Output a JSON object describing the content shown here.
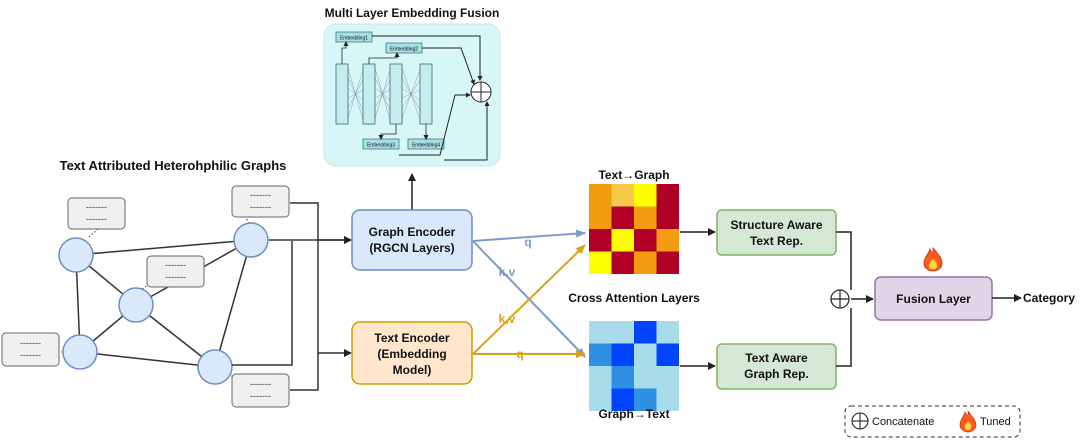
{
  "titles": {
    "mlef": "Multi Layer Embedding Fusion",
    "graphs": "Text Attributed Heterohphilic Graphs",
    "cross_attention": "Cross Attention Layers"
  },
  "mlef": {
    "embeddings": [
      "Embedding1",
      "Embedding2",
      "Embedding3",
      "Embedding4"
    ]
  },
  "text_attr_placeholder": [
    "-------",
    "-------"
  ],
  "graph_encoder": {
    "line1": "Graph Encoder",
    "line2": "(RGCN Layers)"
  },
  "text_encoder": {
    "line1": "Text Encoder",
    "line2": "(Embedding",
    "line3": "Model)"
  },
  "arrow_labels": {
    "q_top": "q",
    "kv_blue": "k,v",
    "kv_orange": "k,v",
    "q_bottom": "q"
  },
  "heatmaps": {
    "top_title": "Text→Graph",
    "bottom_title": "Graph→Text",
    "top_grid": [
      [
        "#f39c12",
        "#f7c948",
        "#ffff00",
        "#b10026"
      ],
      [
        "#f39c12",
        "#b10026",
        "#f39c12",
        "#b10026"
      ],
      [
        "#b10026",
        "#ffff00",
        "#b10026",
        "#f39c12"
      ],
      [
        "#ffff00",
        "#b10026",
        "#f39c12",
        "#b10026"
      ]
    ],
    "bottom_grid": [
      [
        "#a8dceb",
        "#a8dceb",
        "#0044ff",
        "#a8dceb"
      ],
      [
        "#2f8fe0",
        "#0044ff",
        "#a8dceb",
        "#0044ff"
      ],
      [
        "#a8dceb",
        "#2f8fe0",
        "#a8dceb",
        "#a8dceb"
      ],
      [
        "#a8dceb",
        "#0044ff",
        "#2f8fe0",
        "#a8dceb"
      ]
    ]
  },
  "structure_aware": {
    "line1": "Structure Aware",
    "line2": "Text Rep."
  },
  "text_aware": {
    "line1": "Text Aware",
    "line2": "Graph Rep."
  },
  "fusion_layer": "Fusion Layer",
  "output": "Category",
  "legend": {
    "concatenate": "Concatenate",
    "tuned": "Tuned"
  },
  "colors": {
    "blue_arrow": "#7d9ccc",
    "orange_arrow": "#d9a21b",
    "node_fill": "#dae8fc",
    "node_stroke": "#6c8ebf"
  }
}
